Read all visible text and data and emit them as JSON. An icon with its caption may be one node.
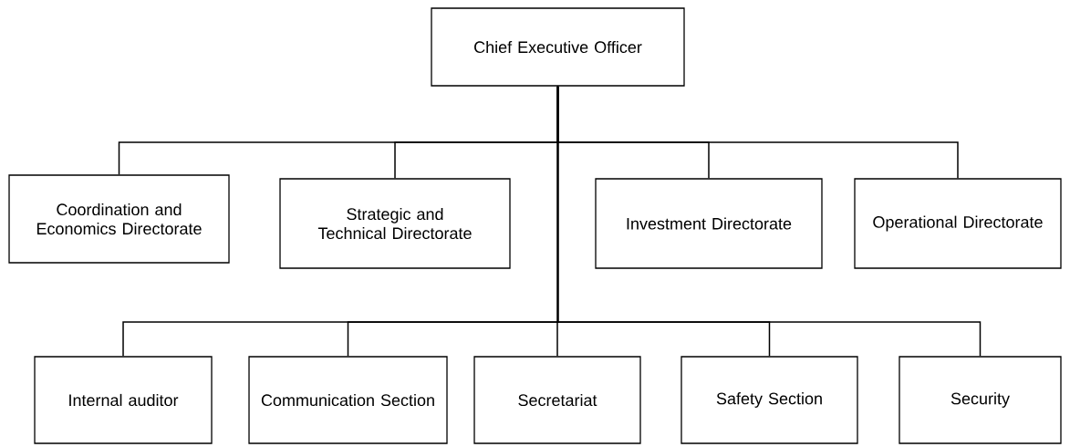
{
  "diagram": {
    "nodes": [
      {
        "text": [
          "Chief Executive Officer"
        ]
      },
      {
        "text": [
          "Coordination and Economics Directorate"
        ]
      },
      {
        "text": [
          "Strategic and Technical Directorate"
        ]
      },
      {
        "text": [
          "Investment Directorate"
        ]
      },
      {
        "text": [
          "Operational Directorate"
        ]
      },
      {
        "text": [
          "Internal auditor"
        ]
      },
      {
        "text": [
          "Communication Section"
        ]
      },
      {
        "text": [
          "Secretariat"
        ]
      },
      {
        "text": [
          "Safety Section"
        ]
      },
      {
        "text": [
          "Security"
        ]
      }
    ],
    "edges": [
      {
        "from": 0,
        "to": 1,
        "arrow": "none"
      },
      {
        "from": 0,
        "to": 2,
        "arrow": "none"
      },
      {
        "from": 0,
        "to": 3,
        "arrow": "none"
      },
      {
        "from": 0,
        "to": 4,
        "arrow": "none"
      },
      {
        "from": 0,
        "to": 5,
        "arrow": "none"
      },
      {
        "from": 0,
        "to": 6,
        "arrow": "none"
      },
      {
        "from": 0,
        "to": 7,
        "arrow": "none"
      },
      {
        "from": 0,
        "to": 8,
        "arrow": "none"
      },
      {
        "from": 0,
        "to": 9,
        "arrow": "none"
      }
    ]
  }
}
